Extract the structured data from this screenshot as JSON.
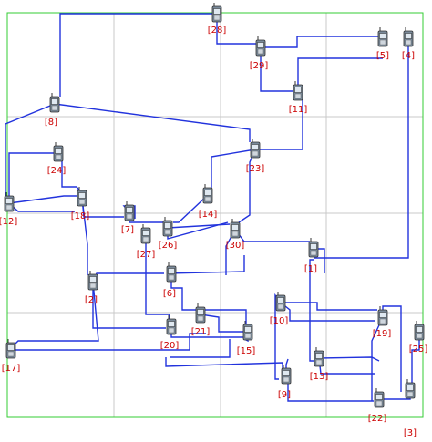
{
  "colors": {
    "background": "#ffffff",
    "frame": "#33cc33",
    "grid": "#c8c8c8",
    "link": "#2233dd",
    "label": "#cc0000",
    "phone_body": "#7a8a9a",
    "phone_screen": "#dfe8f0"
  },
  "icon": "mobile-phone-icon",
  "nodes": [
    {
      "id": "28",
      "label": "[28]"
    },
    {
      "id": "29",
      "label": "[29]"
    },
    {
      "id": "5",
      "label": "[5]"
    },
    {
      "id": "4",
      "label": "[4]"
    },
    {
      "id": "11",
      "label": "[11]"
    },
    {
      "id": "8",
      "label": "[8]"
    },
    {
      "id": "24",
      "label": "[24]"
    },
    {
      "id": "23",
      "label": "[23]"
    },
    {
      "id": "12",
      "label": "[12]"
    },
    {
      "id": "18",
      "label": "[18]"
    },
    {
      "id": "7",
      "label": "[7]"
    },
    {
      "id": "14",
      "label": "[14]"
    },
    {
      "id": "27",
      "label": "[27]"
    },
    {
      "id": "26",
      "label": "[26]"
    },
    {
      "id": "30",
      "label": "[30]"
    },
    {
      "id": "1",
      "label": "[1]"
    },
    {
      "id": "2",
      "label": "[2]"
    },
    {
      "id": "6",
      "label": "[6]"
    },
    {
      "id": "10",
      "label": "[10]"
    },
    {
      "id": "19",
      "label": "[19]"
    },
    {
      "id": "20",
      "label": "[20]"
    },
    {
      "id": "21",
      "label": "[21]"
    },
    {
      "id": "15",
      "label": "[15]"
    },
    {
      "id": "25",
      "label": "[25]"
    },
    {
      "id": "17",
      "label": "[17]"
    },
    {
      "id": "13",
      "label": "[13]"
    },
    {
      "id": "9",
      "label": "[9]"
    },
    {
      "id": "22",
      "label": "[22]"
    },
    {
      "id": "3",
      "label": "[3]"
    }
  ]
}
